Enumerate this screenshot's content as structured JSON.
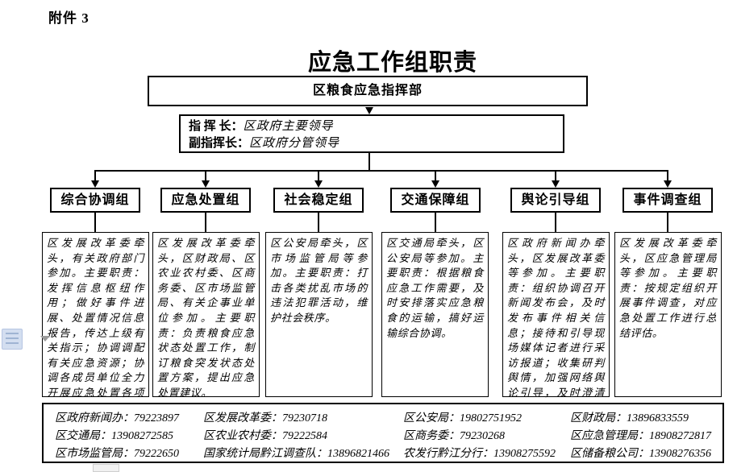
{
  "page": {
    "attachment_label": "附件 3",
    "title": "应急工作组职责"
  },
  "command_box": {
    "label": "区粮食应急指挥部"
  },
  "leaders": {
    "lines": [
      {
        "label": "指 挥 长：",
        "value": "区政府主要领导"
      },
      {
        "label": "副指挥长：",
        "value": "区政府分管领导"
      }
    ]
  },
  "groups": [
    {
      "name": "综合协调组",
      "description": "区发展改革委牵头，有关政府部门参加。主要职责：发挥信息枢纽作用；做好事件进展、处置情况信息报告，传达上级有关指示；协调调配有关应急资源；协调各成员单位全力开展应急处置各项工作。"
    },
    {
      "name": "应急处置组",
      "description": "区发展改革委牵头，区财政局、区农业农村委、区商务委、区市场监管局、有关企事业单位参加。主要职责：负责粮食应急状态处置工作，制订粮食突发状态处置方案，提出应急处置建议。"
    },
    {
      "name": "社会稳定组",
      "description": "区公安局牵头，区市场监管局等参加。主要职责：打击各类扰乱市场的违法犯罪活动，维护社会秩序。"
    },
    {
      "name": "交通保障组",
      "description": "区交通局牵头，区公安局等参加。主要职责：根据粮食应急工作需要，及时安排落实应急粮食的运输，搞好运输综合协调。"
    },
    {
      "name": "舆论引导组",
      "description": "区政府新闻办牵头，区发展改革委等参加。主要职责：组织协调召开新闻发布会，及时发布事件相关信息；接待和引导现场媒体记者进行采访报道；收集研判舆情，加强网络舆论引导，及时澄清不实信息，回应社会关切。"
    },
    {
      "name": "事件调查组",
      "description": "区发展改革委牵头，区应急管理局等参加。主要职责：按规定组织开展事件调查，对应急处置工作进行总结评估。"
    }
  ],
  "contacts": {
    "rows": [
      [
        {
          "text": "区政府新闻办：79223897"
        },
        {
          "text": "区发展改革委：79230718"
        },
        {
          "text": "区公安局：19802751952"
        },
        {
          "text": "区财政局：13896833559"
        }
      ],
      [
        {
          "text": "区交通局：13908272585"
        },
        {
          "text": "区农业农村委：79222584"
        },
        {
          "text": "区商务委：79230268"
        },
        {
          "text": "区应急管理局：18908272817"
        }
      ],
      [
        {
          "text": "区市场监管局：79222650"
        },
        {
          "text": "国家统计局黔江调查队：13896821466"
        },
        {
          "text": "农发行黔江分行：13908275592"
        },
        {
          "text": "区储备粮公司：13908276356"
        }
      ]
    ]
  }
}
